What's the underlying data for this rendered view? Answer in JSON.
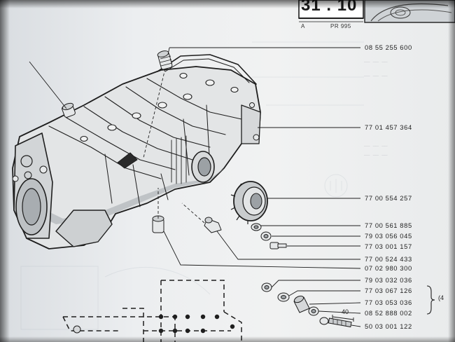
{
  "header": {
    "code": "31 . 10",
    "sub_left": "A",
    "sub_right": "PR 995"
  },
  "parts": [
    {
      "id": "p1",
      "number": "08 55 255 600"
    },
    {
      "id": "p2",
      "number": "77 01 457 364"
    },
    {
      "id": "p3",
      "number": "77 00 554 257"
    },
    {
      "id": "p4",
      "number": "77 00 561 885"
    },
    {
      "id": "p5",
      "number": "79 03 056 045"
    },
    {
      "id": "p6",
      "number": "77 03 001 157"
    },
    {
      "id": "p7",
      "number": "77 00 524 433"
    },
    {
      "id": "p8",
      "number": "07 02 980 300"
    },
    {
      "id": "p9",
      "number": "79 03 032 036"
    },
    {
      "id": "p10",
      "number": "77 03 067 126"
    },
    {
      "id": "p11",
      "number": "77 03 053 036"
    },
    {
      "id": "p12",
      "number": "08 52 888 002"
    },
    {
      "id": "p13",
      "number": "50 03 001 122"
    }
  ],
  "callouts": {
    "dim_40": "40",
    "bracket_mark": "(4"
  },
  "colors": {
    "ink": "#1e1e1e",
    "paper": "#eceef0"
  }
}
